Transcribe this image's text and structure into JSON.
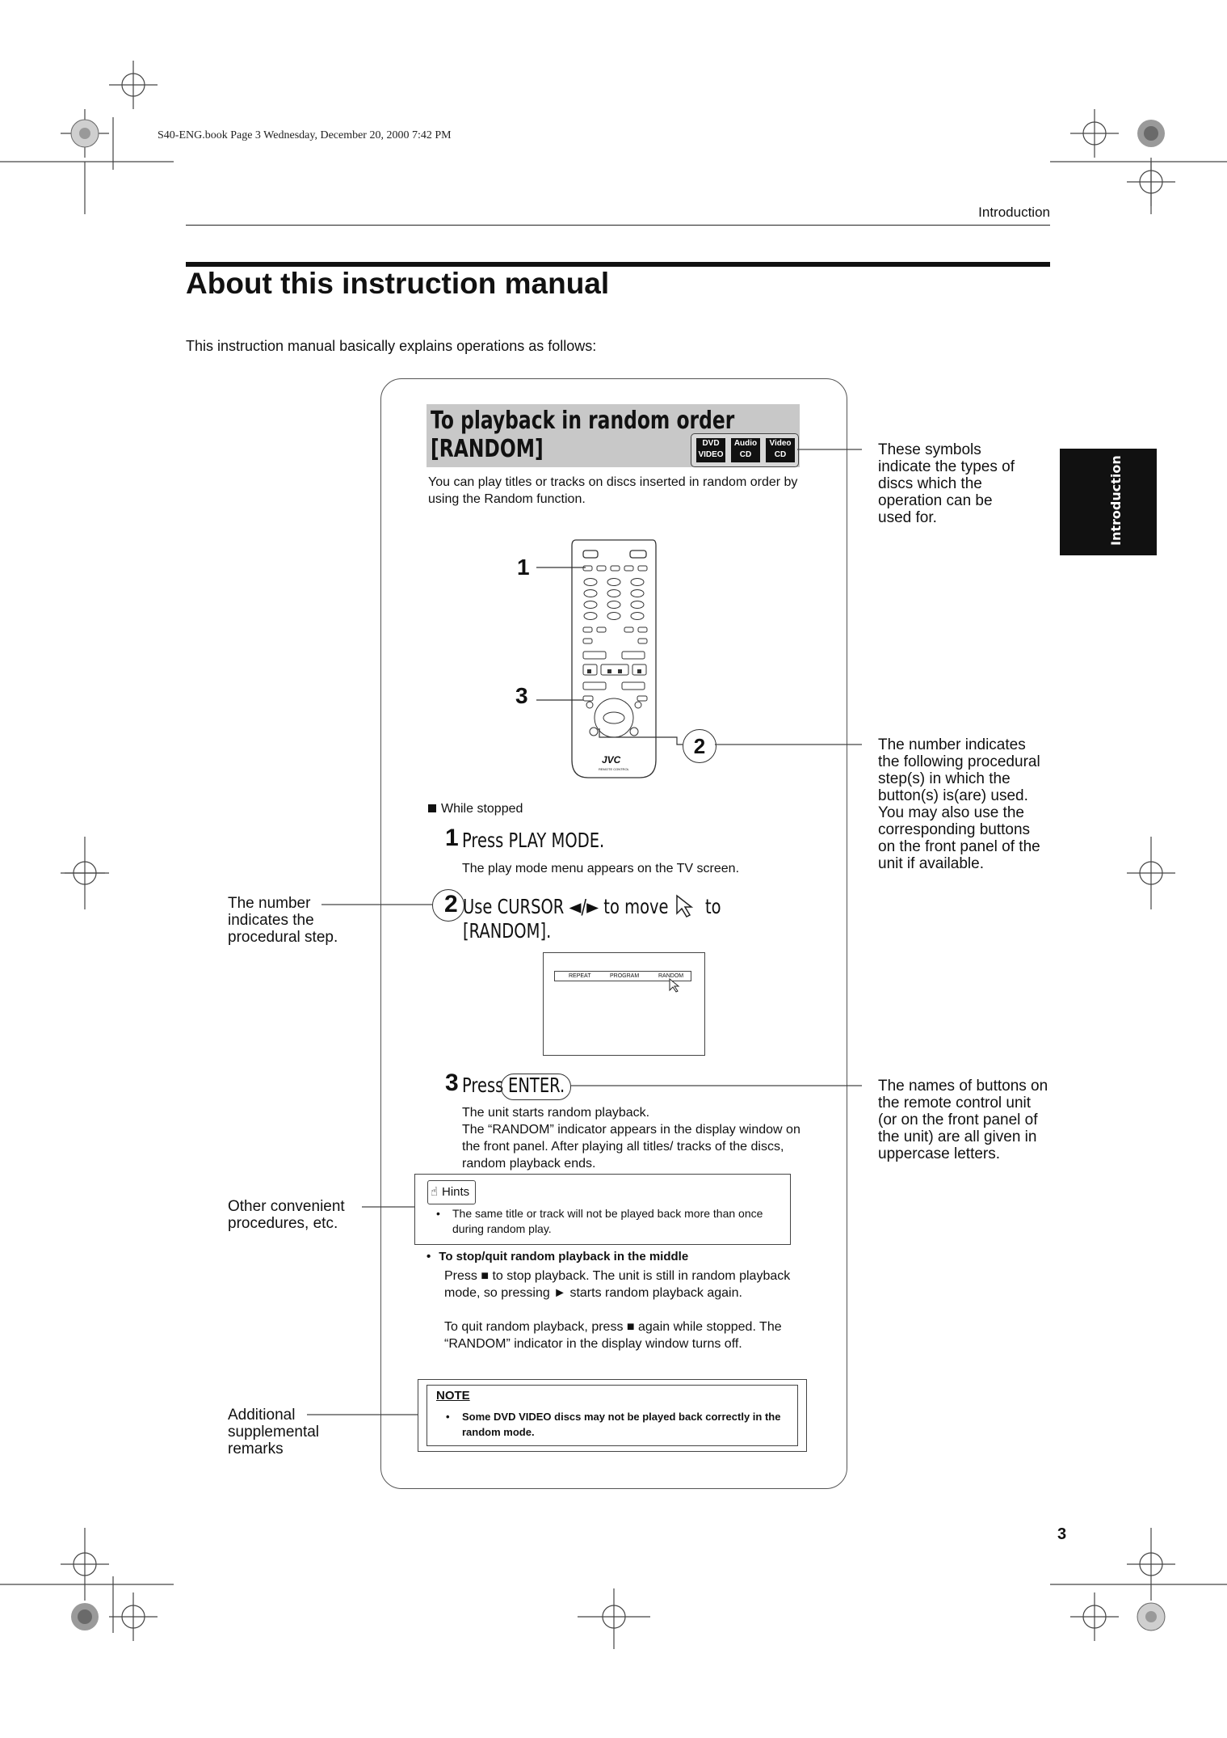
{
  "print_header": "S40-ENG.book  Page 3  Wednesday, December 20, 2000  7:42 PM",
  "running_head": "Introduction",
  "side_tab": "Introduction",
  "title": "About this instruction manual",
  "intro": "This instruction manual basically explains operations as follows:",
  "sample": {
    "heading_line1": "To playback  in random order",
    "heading_line2": "[RANDOM]",
    "disc_icons": [
      {
        "top": "DVD",
        "bottom": "VIDEO"
      },
      {
        "top": "Audio",
        "bottom": "CD"
      },
      {
        "top": "Video",
        "bottom": "CD"
      }
    ],
    "description": "You can play titles or tracks on discs inserted in random order by using the Random function.",
    "remote": {
      "brand": "JVC",
      "label": "REMOTE CONTROL"
    },
    "callout_1": "1",
    "callout_3": "3",
    "callout_2": "2",
    "condition": "While stopped",
    "step1": {
      "num": "1",
      "text": "Press PLAY MODE.",
      "desc": "The play mode menu appears on the TV screen."
    },
    "step2": {
      "num": "2",
      "text_a": "Use CURSOR ◄/► to move",
      "text_b": "to",
      "text_c": "[RANDOM]."
    },
    "osd": {
      "items": [
        "REPEAT",
        "PROGRAM",
        "RANDOM"
      ]
    },
    "step3": {
      "num": "3",
      "text_a": "Press",
      "text_b": "ENTER.",
      "desc": "The unit starts random playback.\nThe “RANDOM” indicator appears in the display window on the front panel. After playing all titles/ tracks of the discs, random playback ends."
    },
    "hints": {
      "label": "Hints",
      "item": "The same title or track will not be played back more than once during random play."
    },
    "stop": {
      "heading": "To stop/quit random playback in the middle",
      "line1": "Press ■ to stop playback. The unit is still in random playback mode, so pressing ► starts random playback again.",
      "line2": "To quit random playback, press ■ again while stopped. The “RANDOM” indicator in the display window turns off."
    },
    "note": {
      "label": "NOTE",
      "item": "Some DVD VIDEO discs may not be played back correctly in the random mode."
    }
  },
  "annotations": {
    "symbols": "These symbols indicate the types of discs which the operation can be used for.",
    "number": "The number indicates the following procedural step(s) in which the button(s) is(are) used.\nYou may also use the corresponding buttons on the front panel of the unit if available.",
    "step": "The number indicates the procedural step.",
    "buttons": "The names of buttons on the remote control unit (or on the front panel of the unit) are all given in uppercase letters.",
    "convenient": "Other convenient procedures, etc.",
    "remarks": "Additional supplemental remarks"
  },
  "page_number": "3"
}
